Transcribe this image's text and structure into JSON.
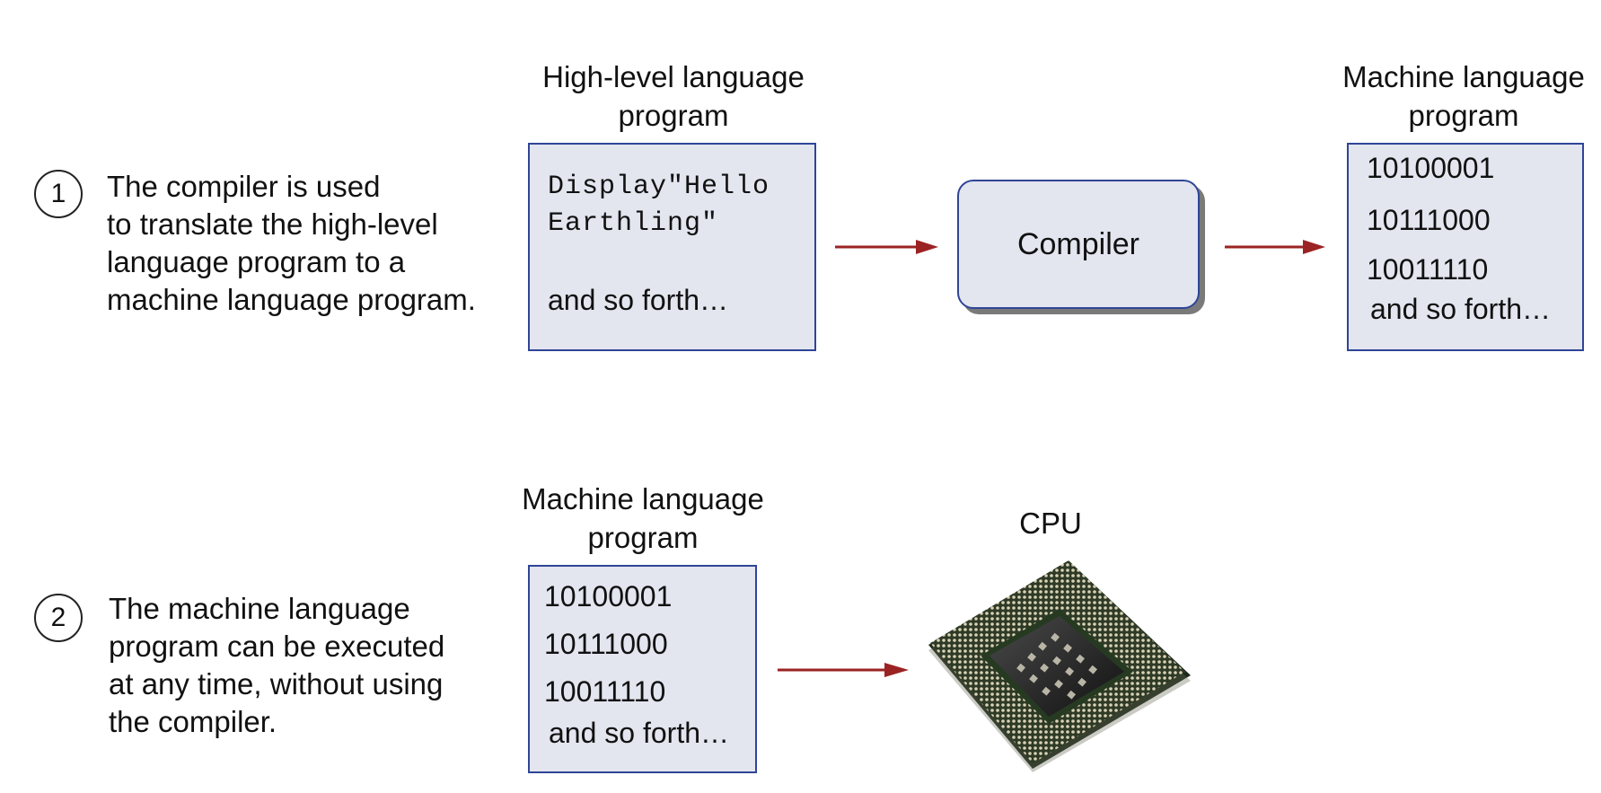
{
  "step1": {
    "number": "1",
    "description": "The compiler is used\nto translate the high-level\nlanguage program to a\nmachine language program.",
    "source": {
      "heading": "High-level language\nprogram",
      "code_lines": [
        "Display\"Hello",
        "Earthling\""
      ],
      "ellipsis": "and so forth…"
    },
    "compiler_label": "Compiler",
    "output": {
      "heading": "Machine language\nprogram",
      "lines": [
        "10100001",
        "10111000",
        "10011110",
        "and so forth…"
      ]
    }
  },
  "step2": {
    "number": "2",
    "description": "The machine language\nprogram can be executed\nat any time, without using\nthe compiler.",
    "program": {
      "heading": "Machine language\nprogram",
      "lines": [
        "10100001",
        "10111000",
        "10011110",
        "and so forth…"
      ]
    },
    "cpu_label": "CPU"
  },
  "colors": {
    "box_fill": "#e3e5ef",
    "box_border": "#2f4597",
    "arrow": "#9b2323"
  },
  "icons": [
    "cpu-chip-icon",
    "arrow-right-icon"
  ]
}
